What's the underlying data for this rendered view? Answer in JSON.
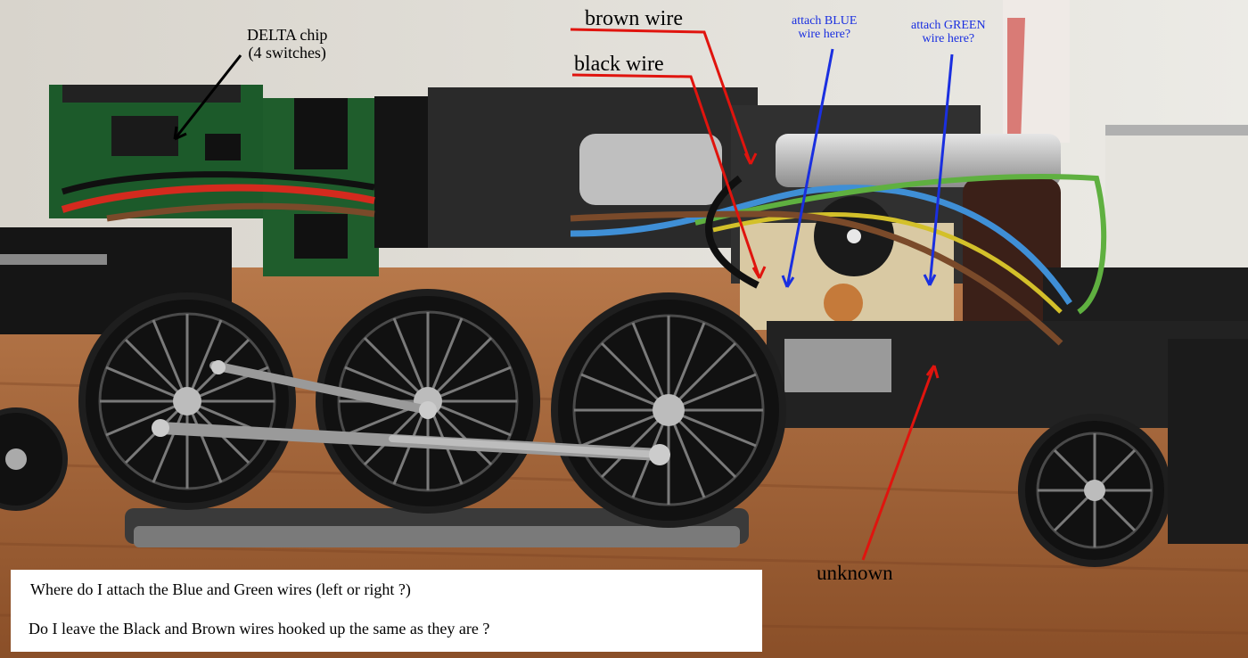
{
  "labels": {
    "delta_chip_line1": "DELTA chip",
    "delta_chip_line2": "(4 switches)",
    "brown_wire": "brown wire",
    "black_wire": "black wire",
    "attach_blue_line1": "attach BLUE",
    "attach_blue_line2": "wire here?",
    "attach_green_line1": "attach GREEN",
    "attach_green_line2": "wire here?",
    "unknown": "unknown"
  },
  "questions": {
    "line1": "Where do I attach the Blue and Green wires (left or right ?)",
    "line2": "Do I leave the Black and Brown wires hooked up the same as they are ?"
  },
  "colors": {
    "annotation_red": "#e0140e",
    "annotation_blue": "#1a2fe0",
    "annotation_black": "#000000",
    "wire_blue": "#3f8fd6",
    "wire_green": "#5fb040",
    "wire_brown": "#7a4a2a",
    "wire_red": "#d42a1e"
  }
}
